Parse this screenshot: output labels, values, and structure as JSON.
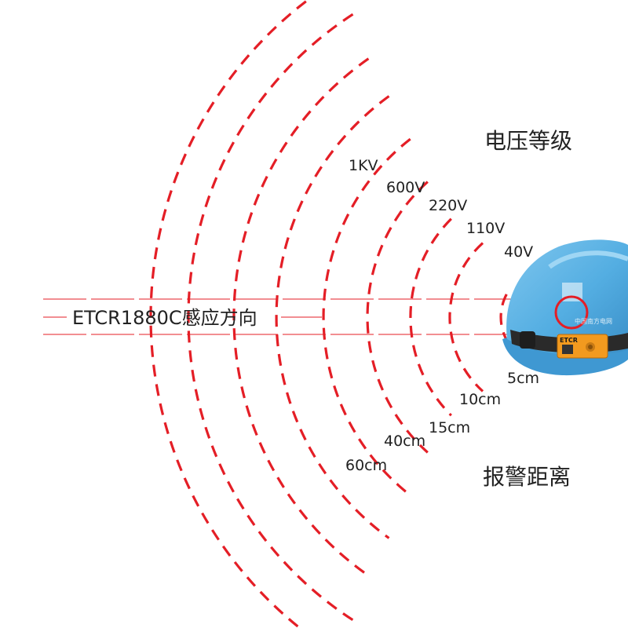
{
  "direction_label": "ETCR1880C感应方向",
  "voltage_heading": "电压等级",
  "distance_heading": "报警距离",
  "voltage_levels": [
    "1KV",
    "600V",
    "220V",
    "110V",
    "40V"
  ],
  "distance_levels": [
    "60cm",
    "40cm",
    "15cm",
    "10cm",
    "5cm"
  ],
  "device_brand": "ETCR",
  "colors": {
    "wave": "#e41e26",
    "helmet": "#54aee2",
    "helmet_dark": "#3a8fc8",
    "strap": "#2a2a2a",
    "device": "#f29a1f"
  }
}
